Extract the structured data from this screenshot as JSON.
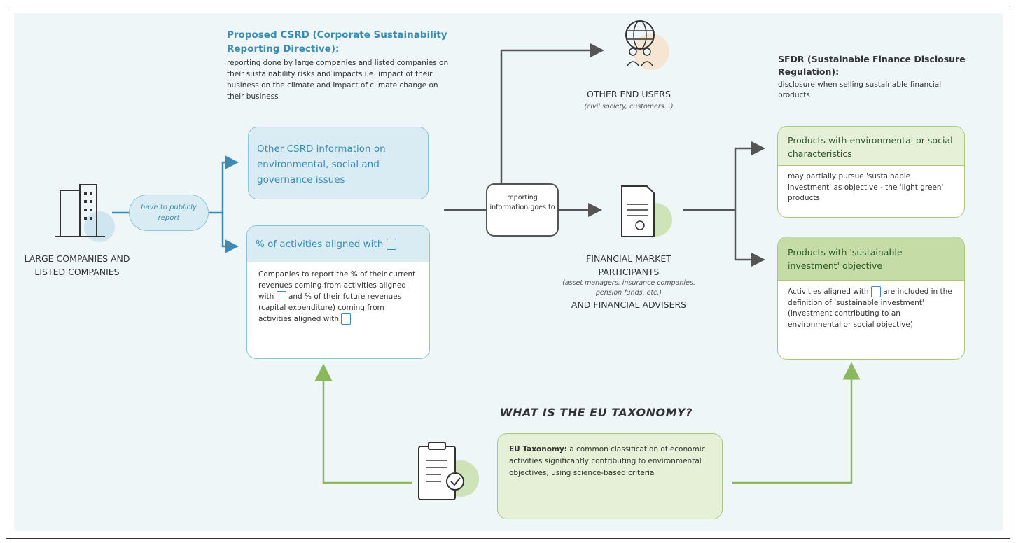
{
  "csrd": {
    "title": "Proposed CSRD (Corporate Sustainability Reporting Directive):",
    "description": "reporting done by large companies and listed companies on their sustainability risks and impacts i.e. impact of their business on the climate and impact of climate change on their business",
    "other_info": "Other CSRD information on environmental, social and governance issues",
    "pct_title": "% of activities aligned with",
    "pct_body_1": "Companies to report the % of their current revenues coming from activities aligned with",
    "pct_body_2": "and % of their future revenues (capital expenditure) coming from activities aligned with"
  },
  "companies": {
    "label": "LARGE COMPANIES AND LISTED COMPANIES",
    "action": "have to publicly report"
  },
  "reporting": {
    "label": "reporting information goes to"
  },
  "other_end_users": {
    "title": "OTHER END USERS",
    "subtitle": "(civil society, customers...)"
  },
  "fmp": {
    "title": "FINANCIAL MARKET PARTICIPANTS",
    "subtitle": "(asset managers, insurance companies, pension funds, etc.)",
    "title2": "AND FINANCIAL ADVISERS"
  },
  "sfdr": {
    "title": "SFDR (Sustainable Finance Disclosure Regulation):",
    "description": "disclosure when selling sustainable financial products",
    "env_head": "Products with environmental or social characteristics",
    "env_body": "may partially pursue 'sustainable investment' as objective - the 'light green' products",
    "sust_head": "Products with 'sustainable investment' objective",
    "sust_body_1": "Activities aligned with",
    "sust_body_2": "are included in the definition of 'sustainable investment' (investment contributing to an environmental or social objective)"
  },
  "taxonomy": {
    "question": "WHAT IS THE EU TAXONOMY?",
    "term": "EU Taxonomy:",
    "definition": "a common classification of economic activities significantly contributing to environmental objectives, using science-based criteria"
  },
  "colors": {
    "blue": "#3a8cb0",
    "blue_light": "#d9ecf4",
    "green": "#8bb85c",
    "green_light": "#e6f0d6",
    "gray": "#555555"
  },
  "icons": [
    "building-icon",
    "globe-people-icon",
    "certificate-document-icon",
    "checklist-clipboard-icon",
    "taxonomy-badge-icon"
  ]
}
